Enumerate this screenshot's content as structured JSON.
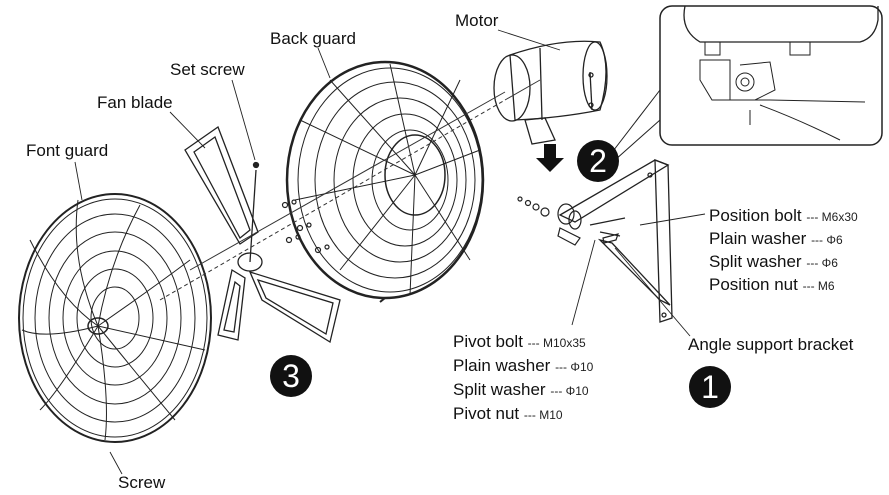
{
  "labels": {
    "motor": "Motor",
    "back_guard": "Back guard",
    "set_screw": "Set screw",
    "fan_blade": "Fan blade",
    "front_guard": "Font guard",
    "screw": "Screw",
    "angle_bracket": "Angle support bracket"
  },
  "position_hardware": [
    {
      "name": "Position bolt",
      "spec": "--- M6x30"
    },
    {
      "name": "Plain washer",
      "spec": "--- Φ6"
    },
    {
      "name": "Split washer",
      "spec": "--- Φ6"
    },
    {
      "name": "Position nut",
      "spec": "--- M6"
    }
  ],
  "pivot_hardware": [
    {
      "name": "Pivot bolt",
      "spec": "--- M10x35"
    },
    {
      "name": "Plain washer",
      "spec": "--- Φ10"
    },
    {
      "name": "Split washer",
      "spec": "--- Φ10"
    },
    {
      "name": "Pivot nut",
      "spec": "--- M10"
    }
  ],
  "steps": [
    "1",
    "2",
    "3"
  ]
}
